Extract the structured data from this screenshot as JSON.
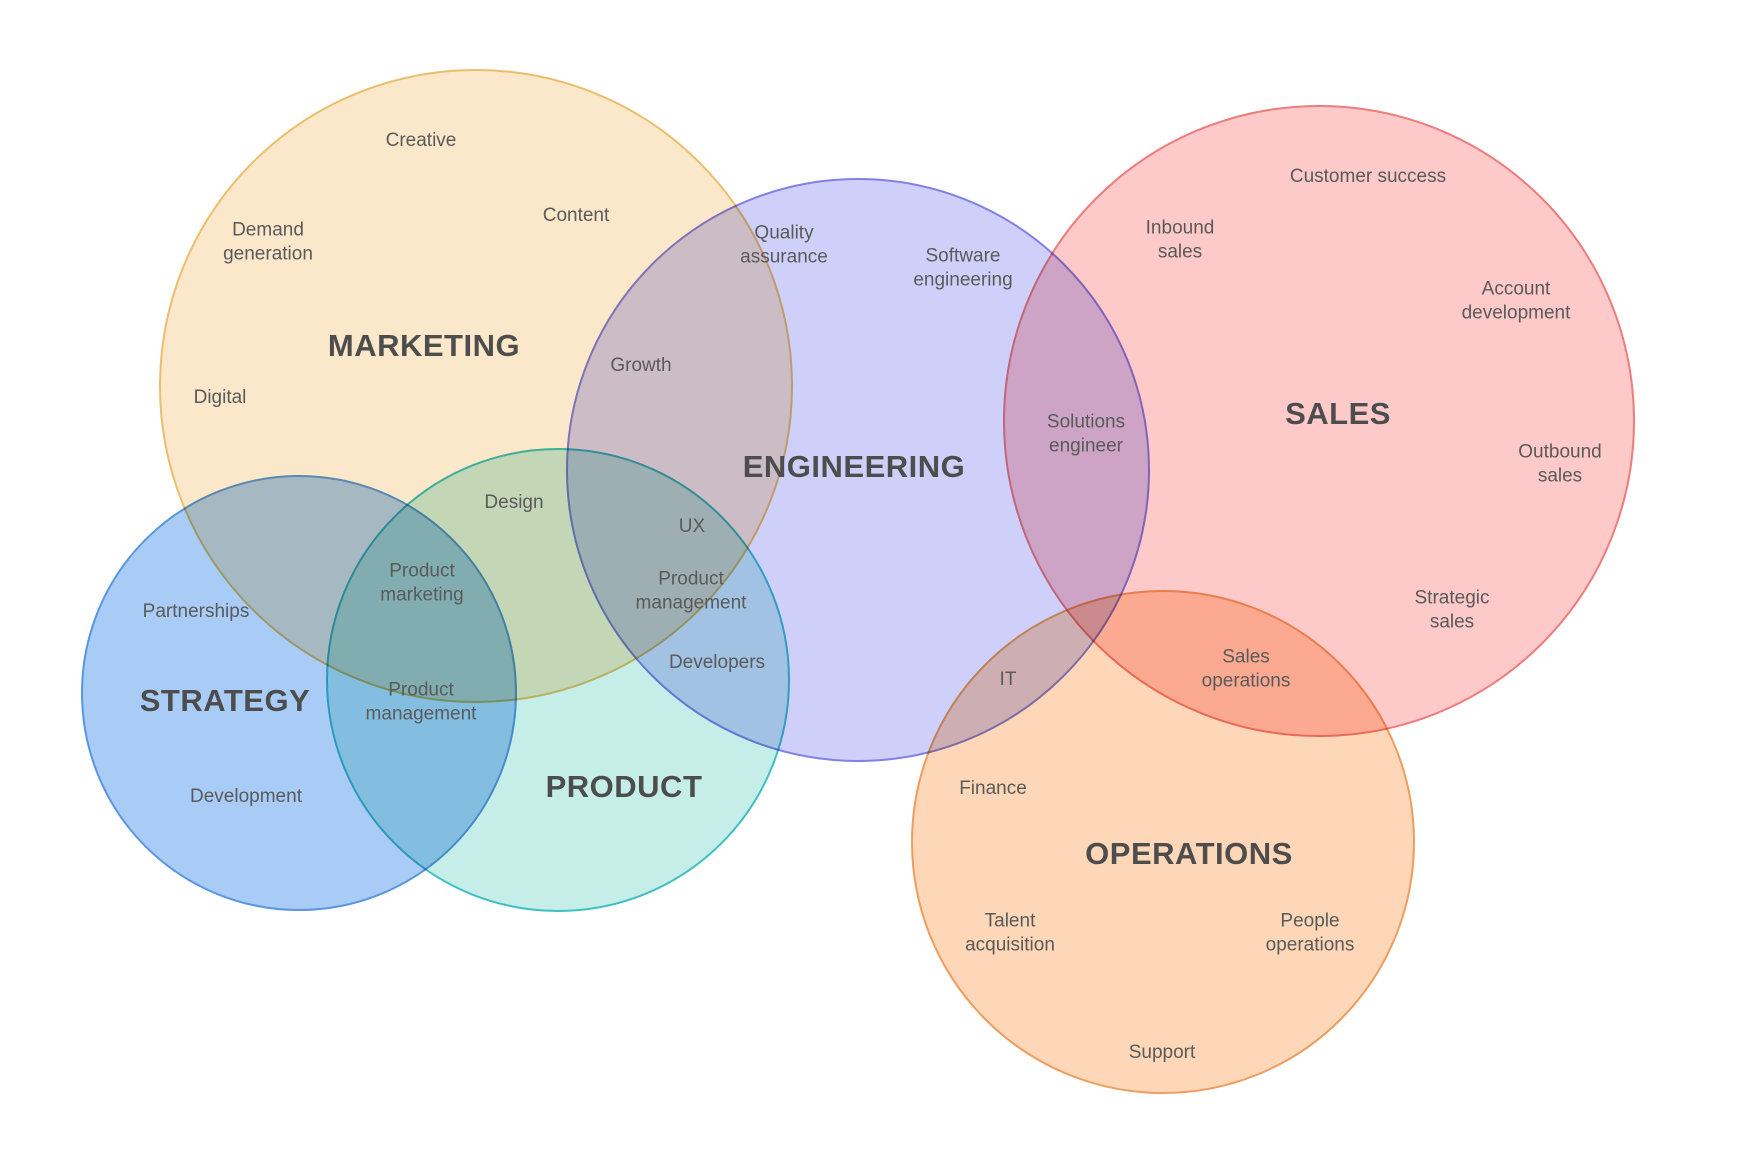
{
  "diagram": {
    "type": "venn",
    "background": "#ffffff",
    "label_color": "#5a5a5a",
    "title_color": "#4d4d4d"
  },
  "sets": {
    "marketing": {
      "title": "MARKETING",
      "fill": "#FBE7C9",
      "stroke": "#ECBE6C",
      "items": {
        "creative": "Creative",
        "content": "Content",
        "demand_generation": "Demand\ngeneration",
        "digital": "Digital"
      }
    },
    "engineering": {
      "title": "ENGINEERING",
      "fill": "#CFD0FA",
      "stroke": "#8080E8",
      "items": {
        "quality_assurance": "Quality\nassurance",
        "software_engineering": "Software\nengineering"
      }
    },
    "sales": {
      "title": "SALES",
      "fill": "#FDC9C9",
      "stroke": "#EE7C7C",
      "items": {
        "customer_success": "Customer success",
        "inbound_sales": "Inbound\nsales",
        "account_development": "Account\ndevelopment",
        "outbound_sales": "Outbound\nsales",
        "strategic_sales": "Strategic\nsales"
      }
    },
    "strategy": {
      "title": "STRATEGY",
      "fill": "#A9CCF7",
      "stroke": "#5A96E0",
      "items": {
        "partnerships": "Partnerships",
        "development": "Development"
      }
    },
    "product": {
      "title": "PRODUCT",
      "fill": "#C6EEE8",
      "stroke": "#3FBFC4",
      "items": {}
    },
    "operations": {
      "title": "OPERATIONS",
      "fill": "#FDD7B7",
      "stroke": "#EE9D5E",
      "items": {
        "finance": "Finance",
        "talent_acquisition": "Talent\nacquisition",
        "people_operations": "People\noperations",
        "support": "Support"
      }
    }
  },
  "intersections": {
    "marketing_engineering": {
      "items": {
        "growth": "Growth"
      }
    },
    "marketing_product": {
      "items": {
        "design": "Design"
      }
    },
    "marketing_strategy_product": {
      "items": {
        "product_marketing": "Product\nmarketing"
      }
    },
    "strategy_product": {
      "items": {
        "product_management": "Product\nmanagement"
      }
    },
    "engineering_product": {
      "items": {
        "ux": "UX",
        "product_management": "Product\nmanagement",
        "developers": "Developers"
      }
    },
    "engineering_sales": {
      "items": {
        "solutions_engineer": "Solutions\nengineer"
      }
    },
    "engineering_operations": {
      "items": {
        "it": "IT"
      }
    },
    "sales_operations": {
      "items": {
        "sales_operations": "Sales\noperations"
      }
    }
  }
}
